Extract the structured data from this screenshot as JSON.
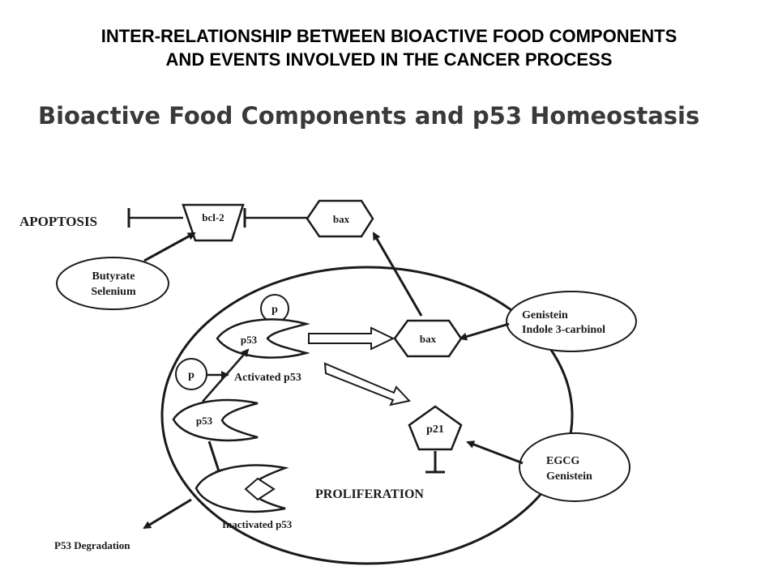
{
  "header": {
    "title_line1": "INTER-RELATIONSHIP BETWEEN BIOACTIVE FOOD COMPONENTS",
    "title_line2": "AND EVENTS INVOLVED IN THE CANCER PROCESS",
    "subtitle": "Bioactive Food Components and p53 Homeostasis"
  },
  "diagram": {
    "apoptosis": "APOPTOSIS",
    "bcl2": "bcl-2",
    "bax_top": "bax",
    "bax_inner": "bax",
    "butyrate": "Butyrate",
    "selenium": "Selenium",
    "genistein_1": "Genistein",
    "indole": "Indole 3-carbinol",
    "egcg": "EGCG",
    "genistein_2": "Genistein",
    "p_upper": "p",
    "p_lower": "p",
    "p53_active": "p53",
    "activated_p53": "Activated p53",
    "p53_plain": "p53",
    "p21": "p21",
    "proliferation": "PROLIFERATION",
    "inactivated_p53": "Inactivated p53",
    "p53_degradation": "P53 Degradation"
  }
}
